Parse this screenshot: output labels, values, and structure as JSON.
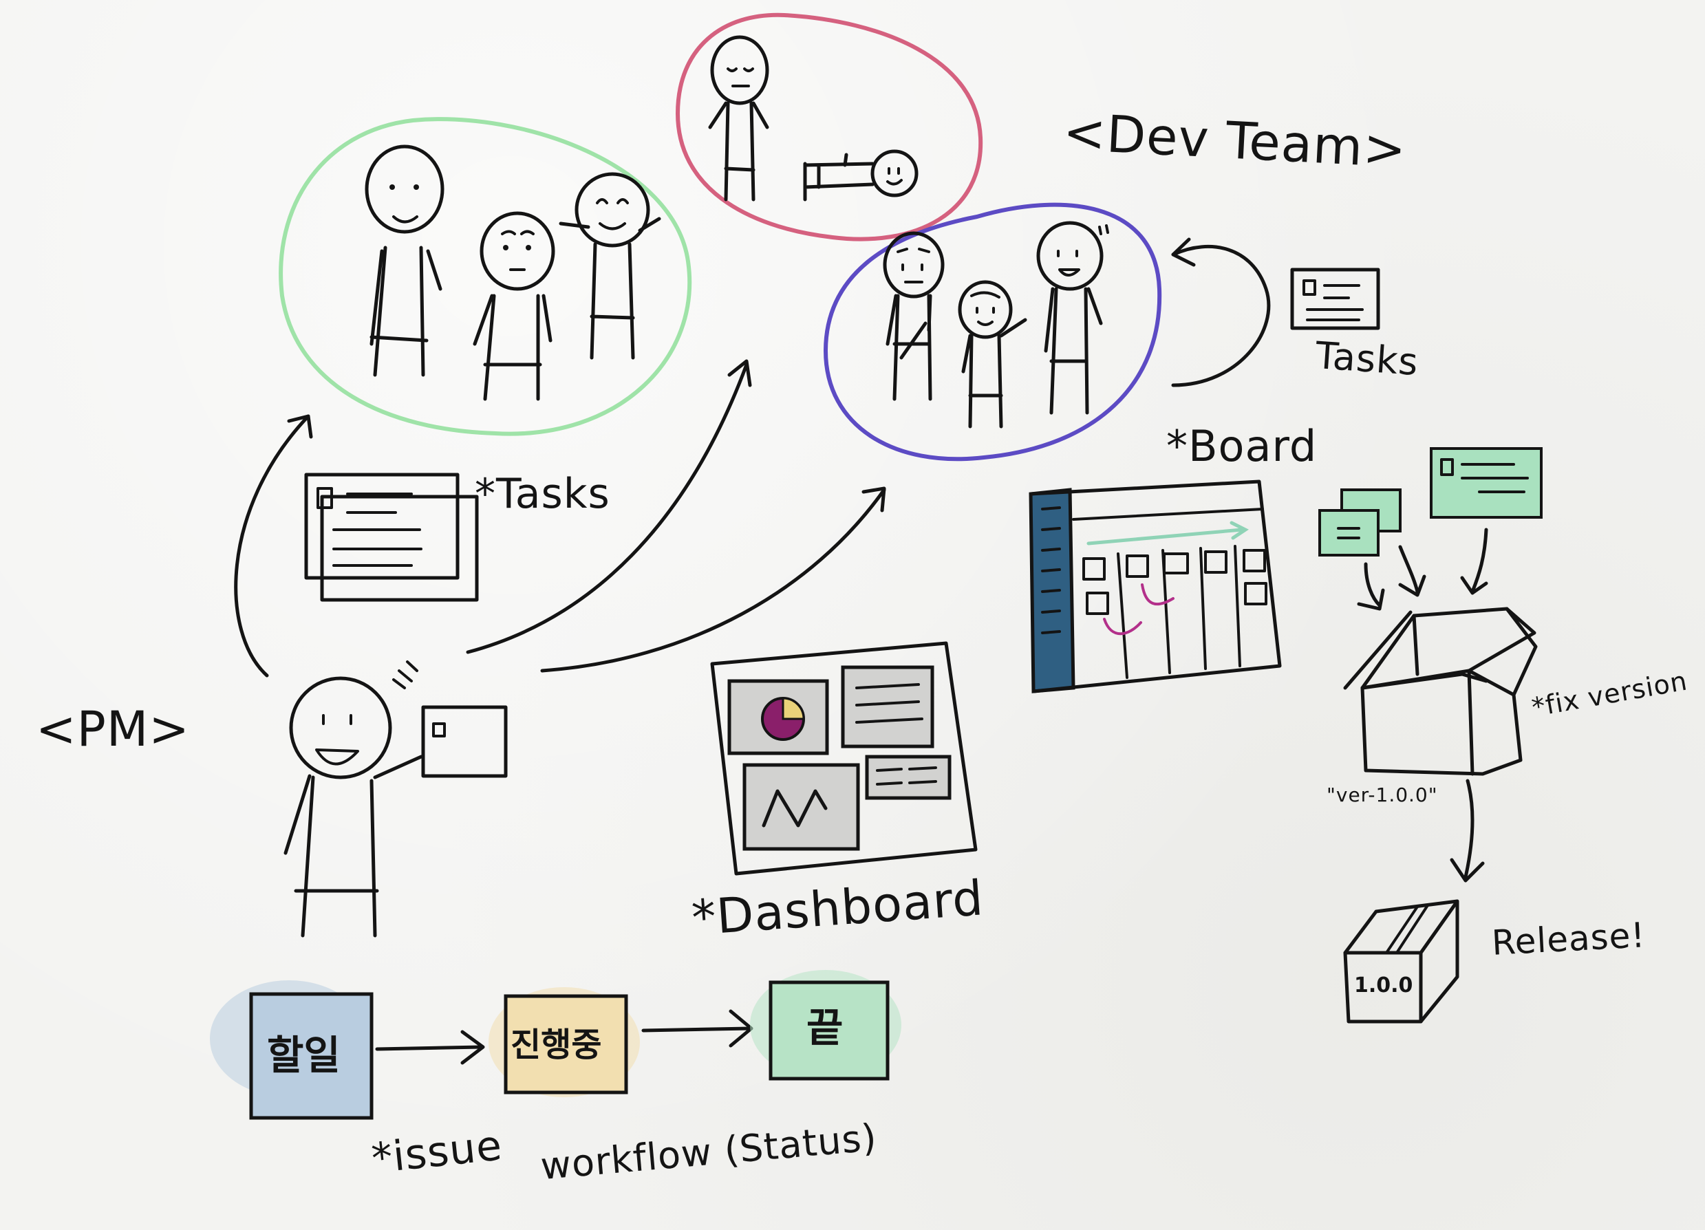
{
  "labels": {
    "dev_team": "<Dev Team>",
    "pm": "<PM>",
    "tasks_left": "*Tasks",
    "tasks_right": "Tasks",
    "board": "*Board",
    "dashboard": "*Dashboard",
    "fix_version": "*fix version",
    "version_name": "\"ver-1.0.0\"",
    "release": "Release!",
    "box_version": "1.0.0",
    "issue": "*issue",
    "workflow": "workflow (Status)"
  },
  "workflow_states": [
    {
      "label": "할일",
      "color": "#b9cde0"
    },
    {
      "label": "진행중",
      "color": "#f2dfb0"
    },
    {
      "label": "끝",
      "color": "#b7e3c6"
    }
  ],
  "colors": {
    "team_green": "#9fe3a8",
    "team_red": "#d5617f",
    "team_purple": "#5c4bc4",
    "board_sidebar": "#2f5f82",
    "card_green": "#a9e1bf",
    "pie_purple": "#8a1f6a",
    "pie_yellow": "#e9d27a"
  }
}
